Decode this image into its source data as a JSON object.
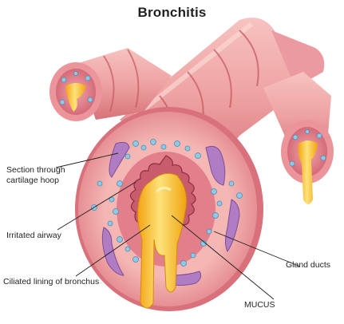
{
  "title": "Bronchitis",
  "labels": {
    "section_line1": "Section through",
    "section_line2": "cartilage hoop",
    "irritated_airway": "Irritated airway",
    "ciliated_lining": "Ciliated lining of bronchus",
    "mucus": "MUCUS",
    "gland_ducts": "Gland ducts"
  },
  "colors": {
    "tube_pink": "#f0a7a6",
    "tube_dark": "#c9555e",
    "inner_wall": "#e27f8a",
    "cartilage": "#b07cc4",
    "gland": "#8fc9e6",
    "mucus": "#f5b81c",
    "mucus_light": "#fde27a"
  }
}
